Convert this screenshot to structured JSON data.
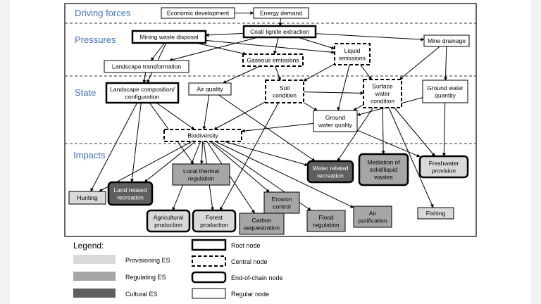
{
  "sections": [
    {
      "id": "driving",
      "label": "Driving forces"
    },
    {
      "id": "pressures",
      "label": "Pressures"
    },
    {
      "id": "state",
      "label": "State"
    },
    {
      "id": "impacts",
      "label": "Impacts"
    }
  ],
  "nodes": [
    {
      "id": "econ",
      "lines": [
        "Economic development"
      ],
      "kind": "regular"
    },
    {
      "id": "energy",
      "lines": [
        "Energy demand"
      ],
      "kind": "regular"
    },
    {
      "id": "coal",
      "lines": [
        "Coal/ lignite extraction"
      ],
      "kind": "root"
    },
    {
      "id": "mining",
      "lines": [
        "Mining waste disposal"
      ],
      "kind": "root"
    },
    {
      "id": "liquid",
      "lines": [
        "Liquid",
        "emissions"
      ],
      "kind": "central"
    },
    {
      "id": "minedrain",
      "lines": [
        "Mine drainage"
      ],
      "kind": "regular"
    },
    {
      "id": "gaseous",
      "lines": [
        "Gaseous emissions"
      ],
      "kind": "central"
    },
    {
      "id": "landtrans",
      "lines": [
        "Landscape transformation"
      ],
      "kind": "regular"
    },
    {
      "id": "landcomp",
      "lines": [
        "Landscape composition/",
        "configuration"
      ],
      "kind": "root"
    },
    {
      "id": "airq",
      "lines": [
        "Air quality"
      ],
      "kind": "regular"
    },
    {
      "id": "soil",
      "lines": [
        "Soil",
        "condition"
      ],
      "kind": "central"
    },
    {
      "id": "surface",
      "lines": [
        "Surface",
        "water",
        "condition"
      ],
      "kind": "central"
    },
    {
      "id": "gwqty",
      "lines": [
        "Ground water",
        "quantity"
      ],
      "kind": "regular"
    },
    {
      "id": "gwq",
      "lines": [
        "Ground",
        "water quality"
      ],
      "kind": "regular"
    },
    {
      "id": "biodiv",
      "lines": [
        "Biodiversity"
      ],
      "kind": "central"
    },
    {
      "id": "thermal",
      "lines": [
        "Local thermal",
        "regulation"
      ],
      "kind": "regulating"
    },
    {
      "id": "waterrec",
      "lines": [
        "Water related",
        "recreation"
      ],
      "kind": "cultural"
    },
    {
      "id": "mediation",
      "lines": [
        "Mediation of",
        "solid/liquid",
        "wastes"
      ],
      "kind": "regulating-end"
    },
    {
      "id": "fresh",
      "lines": [
        "Freshwater",
        "provision"
      ],
      "kind": "provisioning-end"
    },
    {
      "id": "hunting",
      "lines": [
        "Hunting"
      ],
      "kind": "provisioning"
    },
    {
      "id": "landrec",
      "lines": [
        "Land related",
        "recreation"
      ],
      "kind": "cultural"
    },
    {
      "id": "erosion",
      "lines": [
        "Erosion",
        "control"
      ],
      "kind": "regulating"
    },
    {
      "id": "agri",
      "lines": [
        "Agricultural",
        "production"
      ],
      "kind": "provisioning-end"
    },
    {
      "id": "forest",
      "lines": [
        "Forest",
        "production"
      ],
      "kind": "provisioning-end"
    },
    {
      "id": "carbon",
      "lines": [
        "Carbon",
        "sequestration"
      ],
      "kind": "regulating"
    },
    {
      "id": "flood",
      "lines": [
        "Flood",
        "regulation"
      ],
      "kind": "regulating"
    },
    {
      "id": "airpur",
      "lines": [
        "Air",
        "purification"
      ],
      "kind": "regulating"
    },
    {
      "id": "fishing",
      "lines": [
        "Fishing"
      ],
      "kind": "provisioning"
    }
  ],
  "edges": [
    [
      "econ",
      "energy"
    ],
    [
      "energy",
      "coal"
    ],
    [
      "coal",
      "mining"
    ],
    [
      "coal",
      "minedrain"
    ],
    [
      "coal",
      "liquid"
    ],
    [
      "coal",
      "gaseous"
    ],
    [
      "coal",
      "landtrans"
    ],
    [
      "mining",
      "landtrans"
    ],
    [
      "mining",
      "gaseous"
    ],
    [
      "mining",
      "liquid"
    ],
    [
      "mining",
      "landcomp"
    ],
    [
      "liquid",
      "soil"
    ],
    [
      "liquid",
      "surface"
    ],
    [
      "liquid",
      "gwq"
    ],
    [
      "minedrain",
      "surface"
    ],
    [
      "minedrain",
      "gwqty"
    ],
    [
      "gaseous",
      "airq"
    ],
    [
      "gaseous",
      "soil"
    ],
    [
      "landtrans",
      "landcomp"
    ],
    [
      "landcomp",
      "biodiv"
    ],
    [
      "landcomp",
      "landrec"
    ],
    [
      "landcomp",
      "thermal"
    ],
    [
      "landcomp",
      "hunting"
    ],
    [
      "airq",
      "biodiv"
    ],
    [
      "airq",
      "waterrec"
    ],
    [
      "soil",
      "surface"
    ],
    [
      "soil",
      "gwq"
    ],
    [
      "soil",
      "biodiv"
    ],
    [
      "soil",
      "forest"
    ],
    [
      "surface",
      "gwq"
    ],
    [
      "surface",
      "mediation"
    ],
    [
      "surface",
      "fresh"
    ],
    [
      "surface",
      "fishing"
    ],
    [
      "surface",
      "waterrec"
    ],
    [
      "gwqty",
      "fresh"
    ],
    [
      "gwqty",
      "gwq"
    ],
    [
      "gwq",
      "biodiv"
    ],
    [
      "gwq",
      "fresh"
    ],
    [
      "biodiv",
      "hunting"
    ],
    [
      "biodiv",
      "landrec"
    ],
    [
      "biodiv",
      "thermal"
    ],
    [
      "biodiv",
      "agri"
    ],
    [
      "biodiv",
      "forest"
    ],
    [
      "biodiv",
      "carbon"
    ],
    [
      "biodiv",
      "erosion"
    ],
    [
      "biodiv",
      "flood"
    ],
    [
      "biodiv",
      "airpur"
    ],
    [
      "biodiv",
      "waterrec"
    ]
  ],
  "legend": {
    "title": "Legend:",
    "shading": [
      {
        "label": "Provisioning ES",
        "color": "#d9d9d9"
      },
      {
        "label": "Regulating ES",
        "color": "#a6a6a6"
      },
      {
        "label": "Cultural ES",
        "color": "#5f5f5f"
      }
    ],
    "borders": [
      {
        "label": "Root node",
        "style": "root"
      },
      {
        "label": "Central node",
        "style": "central"
      },
      {
        "label": "End-of-chain node",
        "style": "end"
      },
      {
        "label": "Regular node",
        "style": "regular"
      }
    ]
  },
  "colors": {
    "section": "#4472c4",
    "provisioning": "#d9d9d9",
    "regulating": "#a6a6a6",
    "cultural": "#5f5f5f",
    "line": "#000000"
  }
}
